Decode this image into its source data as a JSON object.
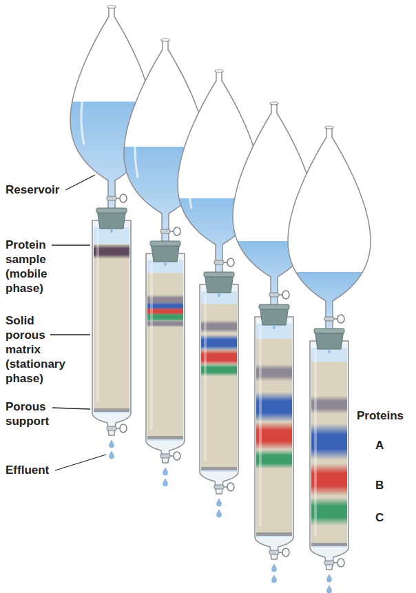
{
  "diagram": {
    "labels": [
      "Reservoir",
      "Protein sample (mobile phase)",
      "Solid porous matrix (stationary phase)",
      "Porous support",
      "Effluent",
      "Proteins",
      "A",
      "B",
      "C"
    ]
  }
}
